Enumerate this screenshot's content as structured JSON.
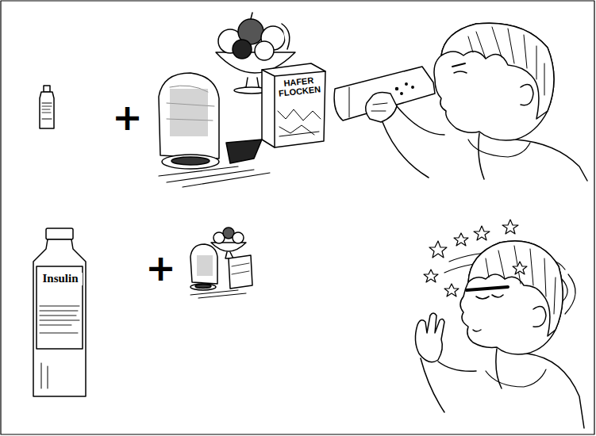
{
  "diagram": {
    "labels": [
      "+",
      "HAFER FLOCKEN",
      "Insulin",
      "+"
    ]
  }
}
